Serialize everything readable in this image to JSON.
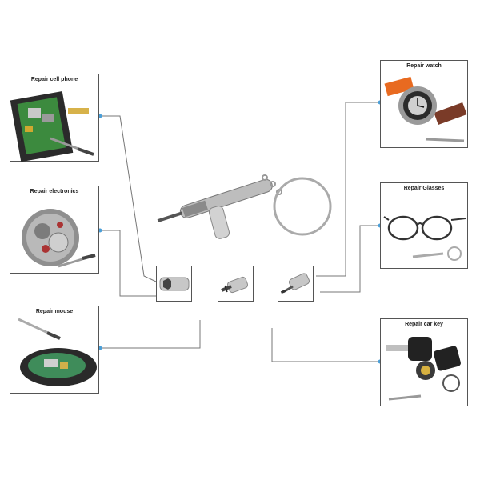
{
  "panels": {
    "cell_phone": {
      "title": "Repair cell phone"
    },
    "electronics": {
      "title": "Repair electronics"
    },
    "mouse": {
      "title": "Repair mouse"
    },
    "watch": {
      "title": "Repair watch"
    },
    "glasses": {
      "title": "Repair Glasses"
    },
    "car_key": {
      "title": "Repair car key"
    }
  },
  "colors": {
    "line": "#777777",
    "dot": "#4a9fd8",
    "border": "#555555"
  },
  "icons": [
    "screwdriver-keychain-image",
    "hex-bit-icon",
    "phillips-bit-icon",
    "flat-bit-icon"
  ]
}
